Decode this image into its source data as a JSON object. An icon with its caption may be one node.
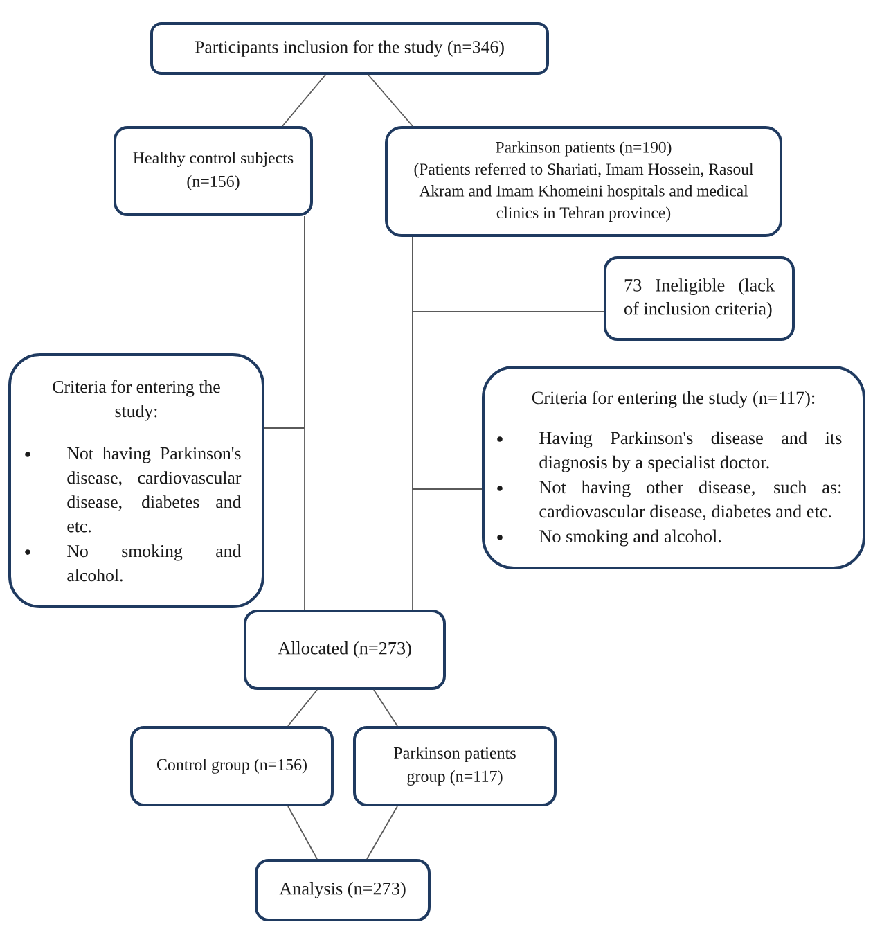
{
  "diagram": {
    "nodes": [
      {
        "text": [
          "Participants inclusion for the study (n=346)"
        ]
      },
      {
        "text": [
          "Healthy control subjects (n=156)"
        ]
      },
      {
        "text": [
          "Parkinson patients (n=190)",
          "(Patients referred to Shariati, Imam Hossein, Rasoul Akram and Imam Khomeini hospitals and medical clinics in Tehran province)"
        ]
      },
      {
        "text": [
          "73 Ineligible (lack of inclusion criteria)"
        ]
      },
      {
        "text": [
          "Criteria for entering the study:",
          "Not having Parkinson's disease, cardiovascular disease, diabetes and etc.",
          "No smoking and alcohol."
        ]
      },
      {
        "text": [
          "Criteria for entering the study (n=117):",
          "Having Parkinson's disease and its diagnosis by a specialist doctor.",
          "Not having other disease, such as: cardiovascular disease, diabetes and etc.",
          "No smoking and alcohol."
        ]
      },
      {
        "text": [
          "Allocated (n=273)"
        ]
      },
      {
        "text": [
          "Control group (n=156)"
        ]
      },
      {
        "text": [
          "Parkinson patients group (n=117)"
        ]
      },
      {
        "text": [
          "Analysis (n=273)"
        ]
      }
    ],
    "edges": [
      {
        "from": 0,
        "to": 1,
        "arrow": "none"
      },
      {
        "from": 0,
        "to": 2,
        "arrow": "none"
      },
      {
        "from": 1,
        "to": 6,
        "arrow": "none"
      },
      {
        "from": 1,
        "to": 4,
        "arrow": "none"
      },
      {
        "from": 2,
        "to": 6,
        "arrow": "none"
      },
      {
        "from": 2,
        "to": 3,
        "arrow": "none"
      },
      {
        "from": 2,
        "to": 5,
        "arrow": "none"
      },
      {
        "from": 6,
        "to": 7,
        "arrow": "none"
      },
      {
        "from": 6,
        "to": 8,
        "arrow": "none"
      },
      {
        "from": 7,
        "to": 9,
        "arrow": "none"
      },
      {
        "from": 8,
        "to": 9,
        "arrow": "none"
      }
    ]
  }
}
